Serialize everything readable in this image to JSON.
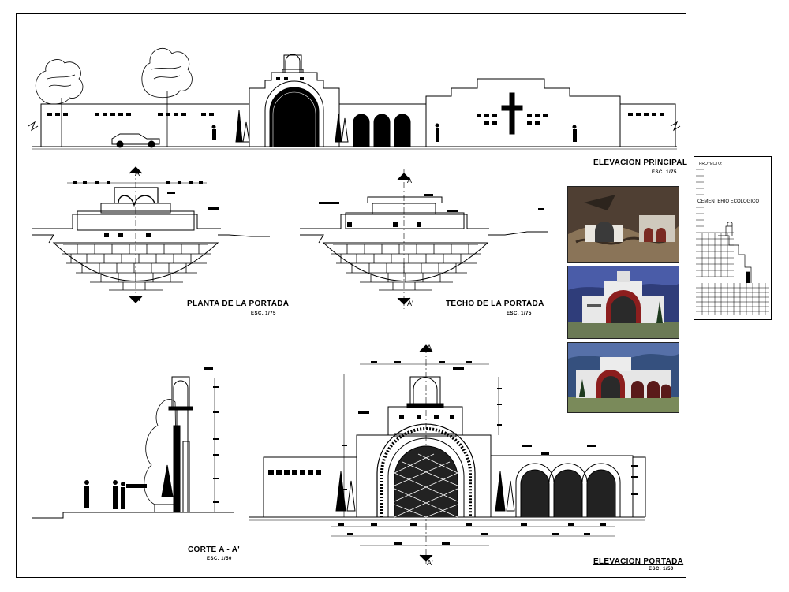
{
  "titles": {
    "main_elevation": "ELEVACION PRINCIPAL",
    "main_elevation_scale": "ESC. 1/75",
    "plan": "PLANTA DE LA PORTADA",
    "plan_scale": "ESC. 1/75",
    "roof": "TECHO DE LA PORTADA",
    "roof_scale": "ESC. 1/75",
    "section": "CORTE A - A'",
    "section_scale": "ESC. 1/50",
    "gate_elevation": "ELEVACION PORTADA",
    "gate_elevation_scale": "ESC. 1/50"
  },
  "section_marks": {
    "a": "A",
    "a_prime": "A'"
  },
  "title_block": {
    "label": "PROYECTO:",
    "project": "CEMENTERIO ECOLOGICO"
  },
  "photos": [
    {
      "name": "photo-gate-rocks",
      "sky": "#5d4a3a",
      "ground": "#8a7458"
    },
    {
      "name": "photo-gate-front",
      "sky": "#3b4a8c",
      "ground": "#6b7a55"
    },
    {
      "name": "photo-gate-side",
      "sky": "#3d5590",
      "ground": "#7a8a5a"
    }
  ],
  "colors": {
    "line": "#000000",
    "paper": "#ffffff"
  }
}
